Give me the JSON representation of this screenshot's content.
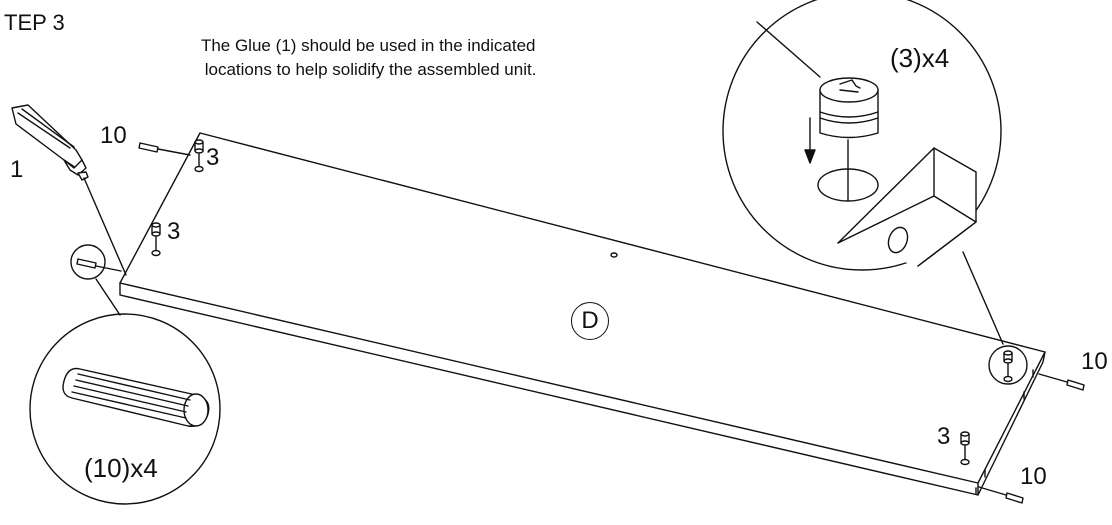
{
  "title": "TEP 3",
  "instruction": "The Glue (1) should be used in the indicated\n locations to help solidify the assembled unit.",
  "panel_label": "D",
  "labels": {
    "glue": "1",
    "dowel_top": "10",
    "cam_a": "3",
    "cam_b": "3",
    "cam_c": "3",
    "dowel_right_1": "10",
    "dowel_right_2": "10"
  },
  "callouts": {
    "dowel_qty": "(10)x4",
    "cam_qty": "(3)x4"
  }
}
